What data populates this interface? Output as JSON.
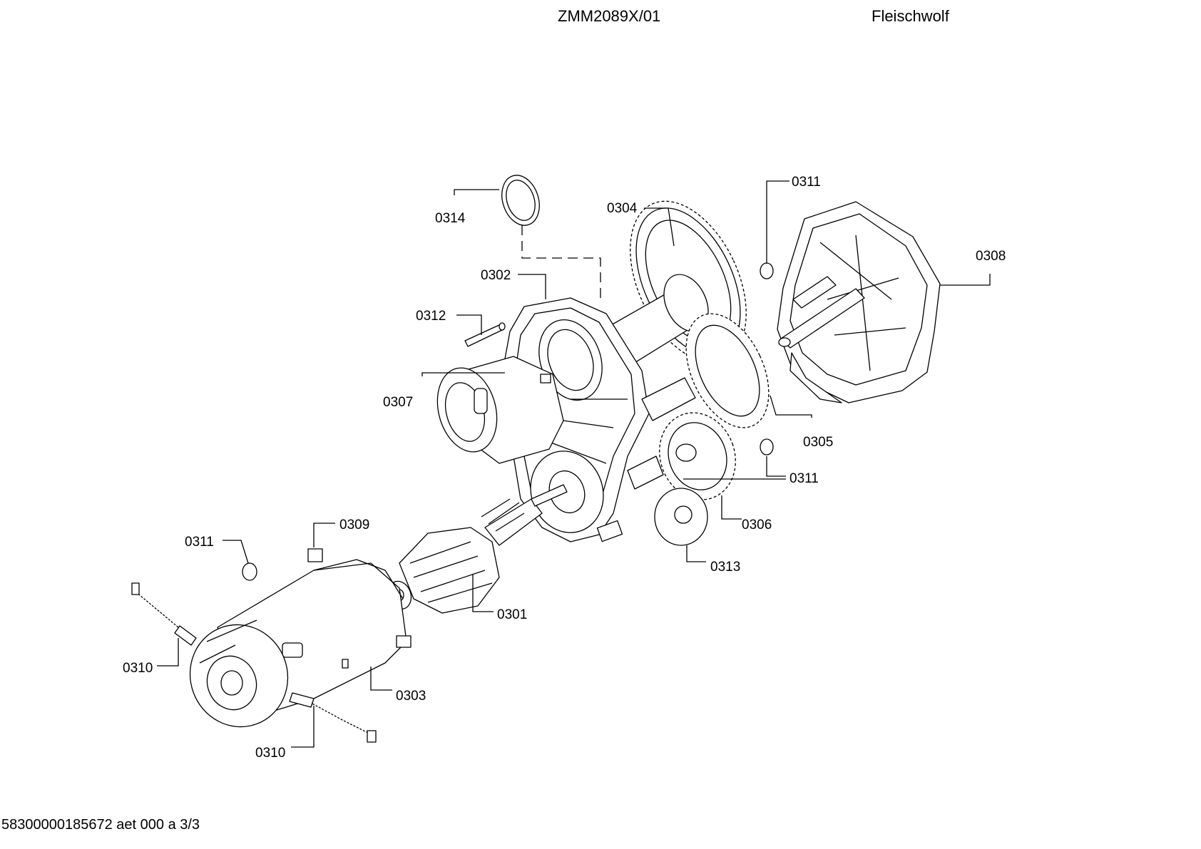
{
  "header": {
    "model": "ZMM2089X/01",
    "product": "Fleischwolf"
  },
  "footer": "58300000185672 aet 000 a 3/3",
  "callouts": [
    {
      "id": "c0314",
      "label": "0314"
    },
    {
      "id": "c0304",
      "label": "0304"
    },
    {
      "id": "c0311a",
      "label": "0311"
    },
    {
      "id": "c0308",
      "label": "0308"
    },
    {
      "id": "c0302",
      "label": "0302"
    },
    {
      "id": "c0312",
      "label": "0312"
    },
    {
      "id": "c0307",
      "label": "0307"
    },
    {
      "id": "c0305",
      "label": "0305"
    },
    {
      "id": "c0311b",
      "label": "0311"
    },
    {
      "id": "c0306",
      "label": "0306"
    },
    {
      "id": "c0309",
      "label": "0309"
    },
    {
      "id": "c0311c",
      "label": "0311"
    },
    {
      "id": "c0313",
      "label": "0313"
    },
    {
      "id": "c0301",
      "label": "0301"
    },
    {
      "id": "c0310a",
      "label": "0310"
    },
    {
      "id": "c0303",
      "label": "0303"
    },
    {
      "id": "c0310b",
      "label": "0310"
    }
  ]
}
